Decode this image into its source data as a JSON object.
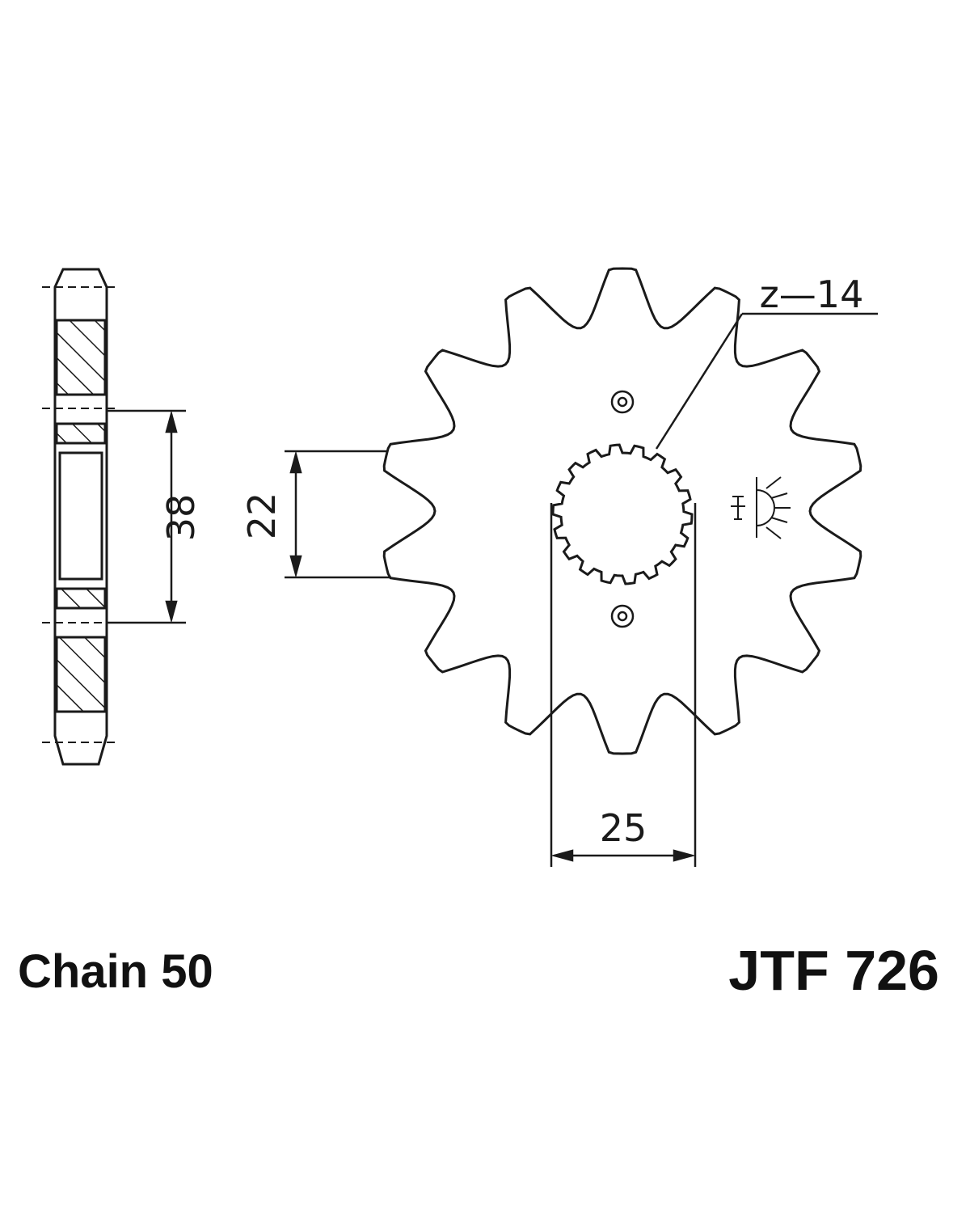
{
  "drawing": {
    "teeth_label": "z—14",
    "dim_bore_width": "22",
    "dim_hub_diameter": "38",
    "dim_keyway": "25"
  },
  "captions": {
    "chain": "Chain 50",
    "part_number": "JTF 726"
  },
  "colors": {
    "line": "#1a1a1a",
    "background": "#ffffff"
  },
  "icons": [
    "bolt-hole-icon",
    "surface-finish-icon"
  ]
}
